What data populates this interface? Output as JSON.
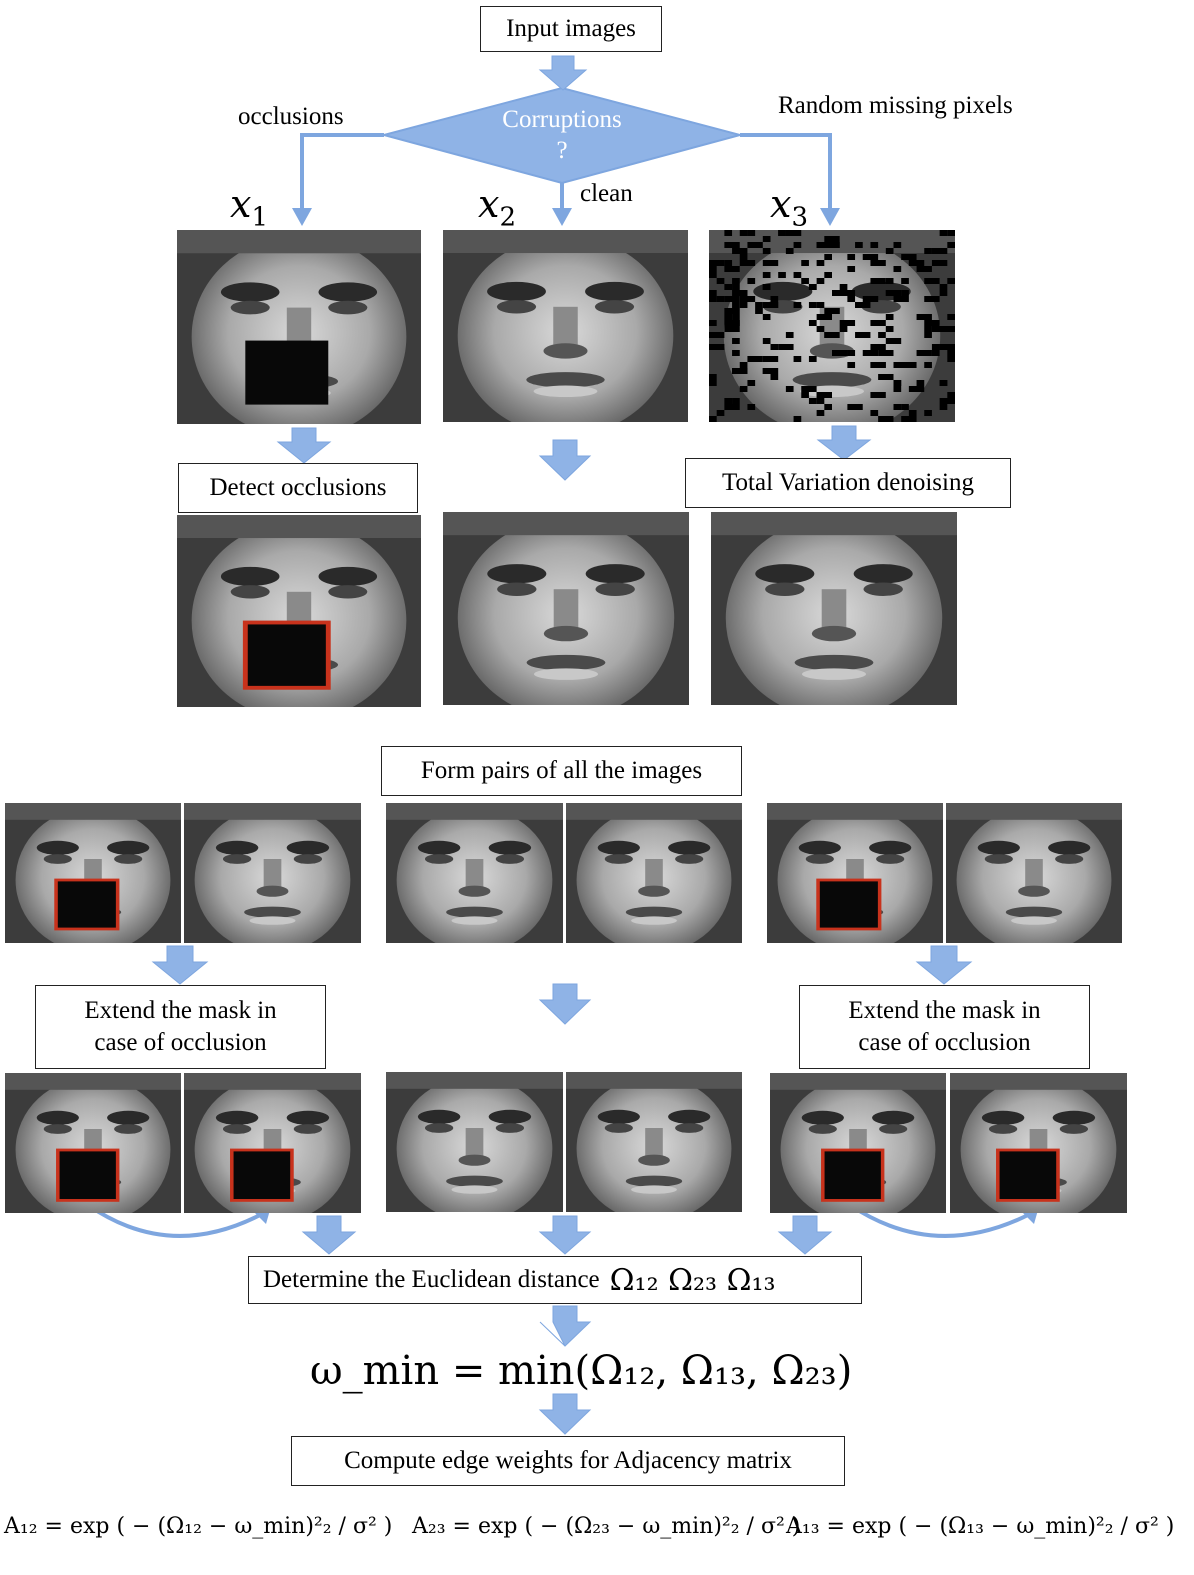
{
  "flow": {
    "input_label": "Input images",
    "decision_label": "Corruptions",
    "decision_q": "?",
    "branch_left": "occlusions",
    "branch_middle": "clean",
    "branch_right": "Random missing pixels",
    "var_x1": "x",
    "var_x1_sub": "1",
    "var_x2": "x",
    "var_x2_sub": "2",
    "var_x3": "x",
    "var_x3_sub": "3",
    "detect_label": "Detect occlusions",
    "tv_label": "Total Variation denoising",
    "pairs_label": "Form pairs of all the images",
    "extend_left_line1": "Extend the mask in",
    "extend_left_line2": "case of occlusion",
    "extend_right_line1": "Extend the mask in",
    "extend_right_line2": "case of occlusion",
    "distance_label": "Determine the Euclidean distance",
    "distance_math": "Ω₁₂ Ω₂₃ Ω₁₃",
    "omega_min_eq": "ω_min = min(Ω₁₂, Ω₁₃, Ω₂₃)",
    "edge_label": "Compute edge weights for Adjacency matrix",
    "formula_A12": "A₁₂ = exp ( − (Ω₁₂ − ω_min)²₂ / σ² )",
    "formula_A23": "A₂₃ = exp ( − (Ω₂₃ − ω_min)²₂ / σ² )",
    "formula_A13": "A₁₃ = exp ( − (Ω₁₃ − ω_min)²₂ / σ² )"
  },
  "colors": {
    "arrow": "#7ea6df",
    "diamond": "#8fb3e6",
    "mask_border": "#c8321c",
    "box_border": "#222222"
  }
}
